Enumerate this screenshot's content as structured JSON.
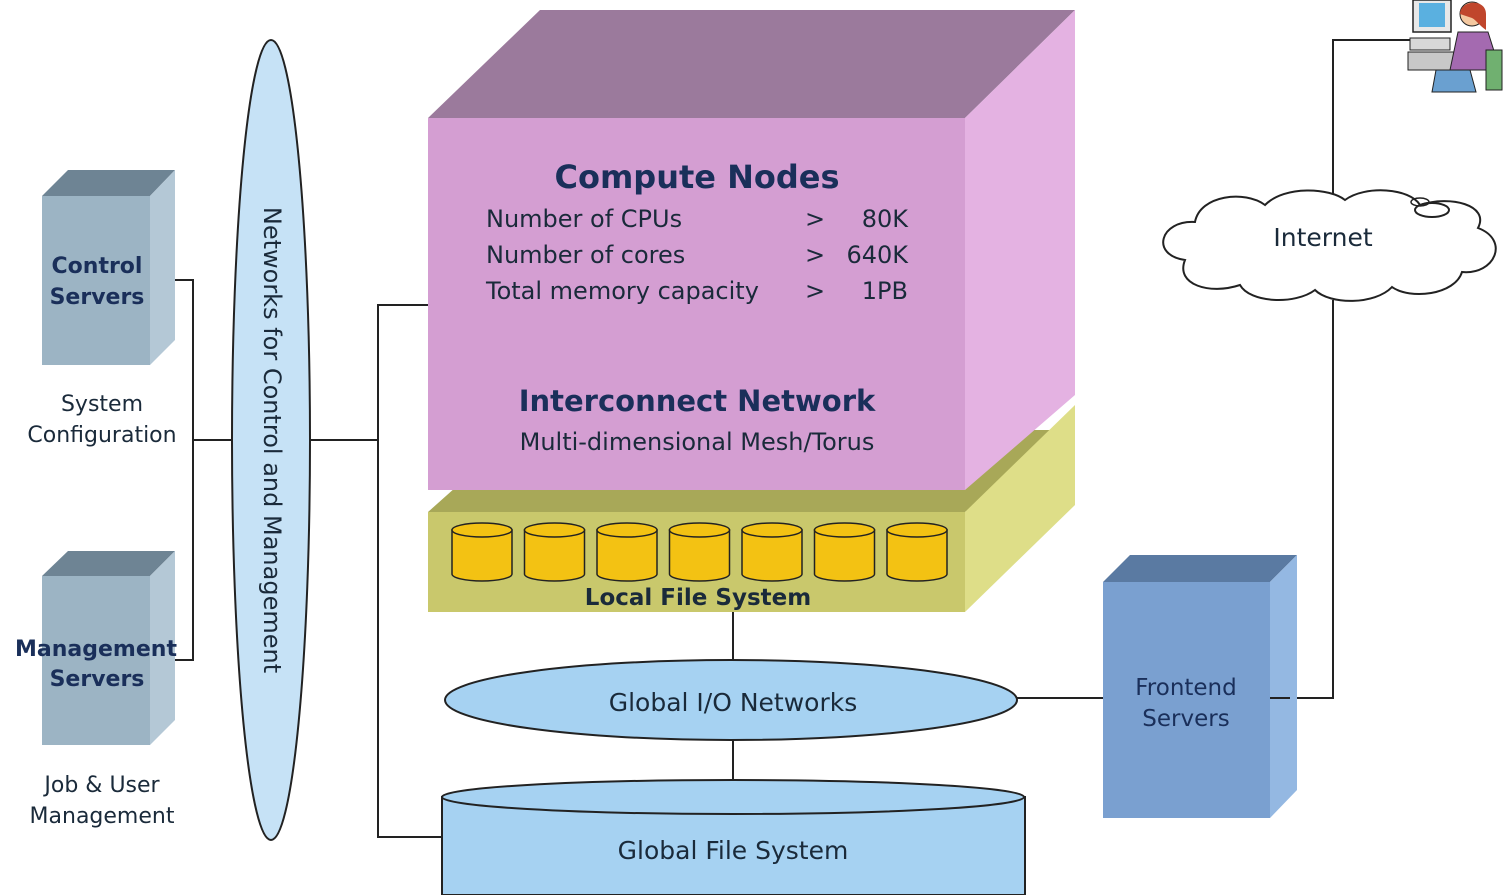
{
  "control_servers": {
    "label_line1": "Control",
    "label_line2": "Servers",
    "caption_line1": "System",
    "caption_line2": "Configuration"
  },
  "management_servers": {
    "label_line1": "Management",
    "label_line2": "Servers",
    "caption_line1": "Job & User",
    "caption_line2": "Management"
  },
  "control_network": {
    "label": "Networks for Control and Management"
  },
  "compute_nodes": {
    "title": "Compute Nodes",
    "rows": [
      {
        "label": "Number of CPUs",
        "op": ">",
        "value": "80K"
      },
      {
        "label": "Number of cores",
        "op": ">",
        "value": "640K"
      },
      {
        "label": "Total memory capacity",
        "op": ">",
        "value": "1PB"
      }
    ]
  },
  "interconnect": {
    "title": "Interconnect Network",
    "subtitle": "Multi-dimensional Mesh/Torus"
  },
  "local_fs": {
    "label": "Local File System",
    "disk_count": 7
  },
  "global_io": {
    "label": "Global I/O Networks"
  },
  "global_fs": {
    "label": "Global File System"
  },
  "frontend": {
    "label_line1": "Frontend",
    "label_line2": "Servers"
  },
  "internet": {
    "label": "Internet"
  },
  "colors": {
    "compute_front": "#d49ed2",
    "compute_top": "#9b7a9c",
    "compute_side": "#e4b2e2",
    "local_front": "#c9c86c",
    "local_top": "#a8a858",
    "local_side": "#dede88",
    "disk_fill": "#f3c213",
    "server_front": "#9cb4c4",
    "server_top": "#6e8494",
    "server_side": "#b4c8d6",
    "frontend_front": "#7aa0d0",
    "frontend_top": "#5a7aa2",
    "frontend_side": "#94b8e2",
    "network_fill": "#c6e2f6",
    "io_fill": "#a6d2f2",
    "gfs_fill": "#a6d2f2",
    "line": "#222222"
  }
}
